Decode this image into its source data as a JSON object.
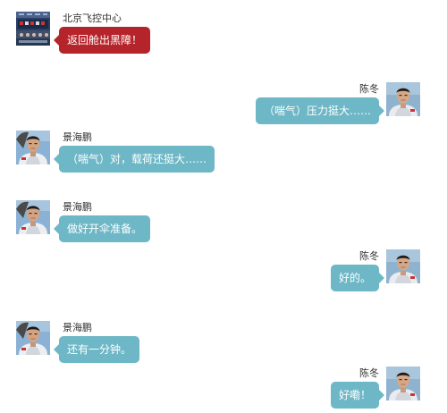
{
  "messages": [
    {
      "side": "left",
      "avatar": "control-center",
      "name": "北京飞控中心",
      "text": "返回舱出黑障！",
      "style": "red"
    },
    {
      "side": "right",
      "avatar": "astronaut-chen",
      "name": "陈冬",
      "text": "（喘气）压力挺大……",
      "style": "teal"
    },
    {
      "side": "left",
      "avatar": "astronaut-jing",
      "name": "景海鹏",
      "text": "（喘气）对，载荷还挺大……",
      "style": "teal"
    },
    {
      "side": "left",
      "avatar": "astronaut-jing",
      "name": "景海鹏",
      "text": "做好开伞准备。",
      "style": "teal"
    },
    {
      "side": "right",
      "avatar": "astronaut-chen",
      "name": "陈冬",
      "text": "好的。",
      "style": "teal"
    },
    {
      "side": "left",
      "avatar": "astronaut-jing",
      "name": "景海鹏",
      "text": "还有一分钟。",
      "style": "teal"
    },
    {
      "side": "right",
      "avatar": "astronaut-chen",
      "name": "陈冬",
      "text": "好嘞！",
      "style": "teal"
    }
  ],
  "colors": {
    "bubble_teal": "#6db7c6",
    "bubble_red": "#b5242a",
    "name_text": "#333333"
  }
}
